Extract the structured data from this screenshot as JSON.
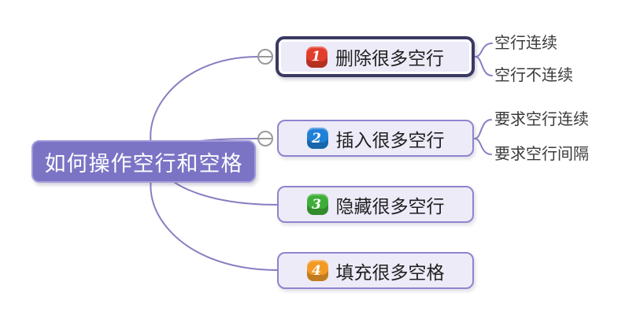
{
  "style": {
    "background": "#ffffff",
    "line_color": "#867ec2",
    "root_fill": "#7b74c5",
    "root_text_color": "#ffffff",
    "node_fill": "#edebf8",
    "node_text_color": "#1f1f1f",
    "leaf_text_color": "#3a3a3a",
    "selected_border_color": "#3a3963",
    "badge_red": "#e23c2b",
    "badge_blue": "#2080d8",
    "badge_green": "#3fae39",
    "badge_orange": "#f39a26"
  },
  "root": {
    "label": "如何操作空行和空格"
  },
  "branches": [
    {
      "badge": "1",
      "label": "删除很多空行",
      "selected": true,
      "children": [
        {
          "label": "空行连续"
        },
        {
          "label": "空行不连续"
        }
      ]
    },
    {
      "badge": "2",
      "label": "插入很多空行",
      "selected": false,
      "children": [
        {
          "label": "要求空行连续"
        },
        {
          "label": "要求空行间隔"
        }
      ]
    },
    {
      "badge": "3",
      "label": "隐藏很多空行",
      "selected": false,
      "children": []
    },
    {
      "badge": "4",
      "label": "填充很多空格",
      "selected": false,
      "children": []
    }
  ]
}
